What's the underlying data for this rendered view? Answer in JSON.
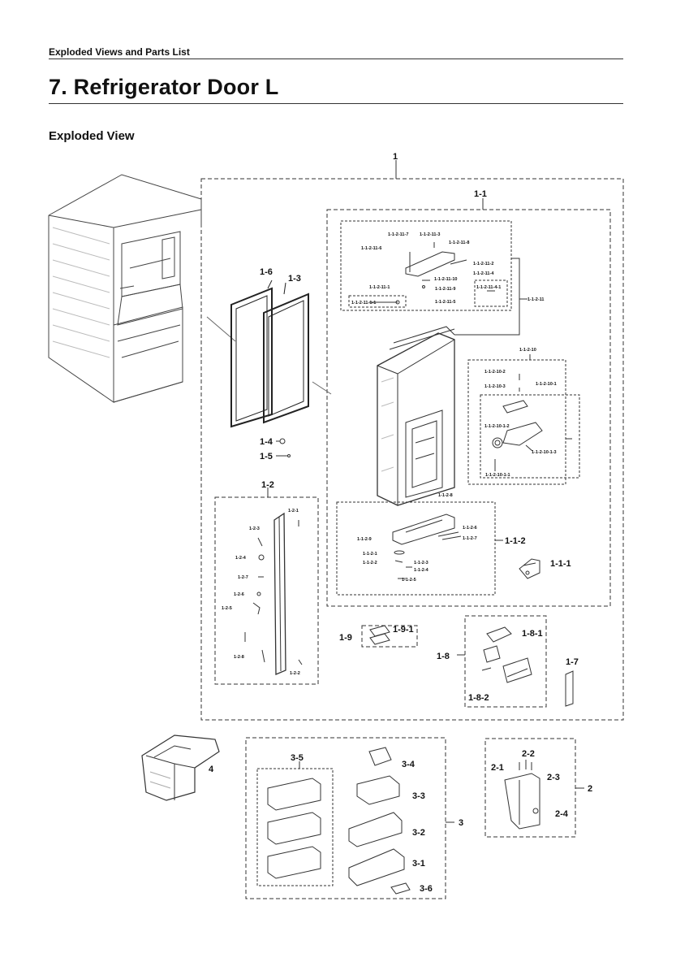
{
  "header": {
    "section": "Exploded Views and Parts List",
    "title": "7.  Refrigerator Door L",
    "subtitle": "Exploded View"
  },
  "labels": {
    "g1": "1",
    "g1_1": "1-1",
    "g1_2": "1-2",
    "g1_3": "1-3",
    "g1_4": "1-4",
    "g1_5": "1-5",
    "g1_6": "1-6",
    "g1_7": "1-7",
    "g1_8": "1-8",
    "g1_9": "1-9",
    "g1_8_1": "1-8-1",
    "g1_8_2": "1-8-2",
    "g1_9_1": "1-9-1",
    "g1_2_1": "1-2-1",
    "g1_2_2": "1-2-2",
    "g1_2_3": "1-2-3",
    "g1_2_4": "1-2-4",
    "g1_2_5": "1-2-5",
    "g1_2_6": "1-2-6",
    "g1_2_7": "1-2-7",
    "g1_2_8": "1-2-8",
    "g1_1_1": "1-1-1",
    "g1_1_2": "1-1-2",
    "g1_1_2_1": "1-1-2-1",
    "g1_1_2_2": "1-1-2-2",
    "g1_1_2_3": "1-1-2-3",
    "g1_1_2_4": "1-1-2-4",
    "g1_1_2_5": "1-1-2-5",
    "g1_1_2_6": "1-1-2-6",
    "g1_1_2_7": "1-1-2-7",
    "g1_1_2_8": "1-1-2-8",
    "g1_1_2_9": "1-1-2-9",
    "g1_1_2_10": "1-1-2-10",
    "g1_1_2_10_1": "1-1-2-10-1",
    "g1_1_2_10_2": "1-1-2-10-2",
    "g1_1_2_10_3": "1-1-2-10-3",
    "g1_1_2_10_1_1": "1-1-2-10-1-1",
    "g1_1_2_10_1_2": "1-1-2-10-1-2",
    "g1_1_2_10_1_3": "1-1-2-10-1-3",
    "g1_1_2_11": "1-1-2-11",
    "g1_1_2_11_1": "1-1-2-11-1",
    "g1_1_2_11_1_1": "1-1-2-11-1-1",
    "g1_1_2_11_2": "1-1-2-11-2",
    "g1_1_2_11_3": "1-1-2-11-3",
    "g1_1_2_11_4": "1-1-2-11-4",
    "g1_1_2_11_4_1": "1-1-2-11-4-1",
    "g1_1_2_11_5": "1-1-2-11-5",
    "g1_1_2_11_6": "1-1-2-11-6",
    "g1_1_2_11_7": "1-1-2-11-7",
    "g1_1_2_11_8": "1-1-2-11-8",
    "g1_1_2_11_9": "1-1-2-11-9",
    "g1_1_2_11_10": "1-1-2-11-10",
    "g2": "2",
    "g2_1": "2-1",
    "g2_2": "2-2",
    "g2_3": "2-3",
    "g2_4": "2-4",
    "g3": "3",
    "g3_1": "3-1",
    "g3_2": "3-2",
    "g3_3": "3-3",
    "g3_4": "3-4",
    "g3_5": "3-5",
    "g3_6": "3-6",
    "g4": "4"
  }
}
